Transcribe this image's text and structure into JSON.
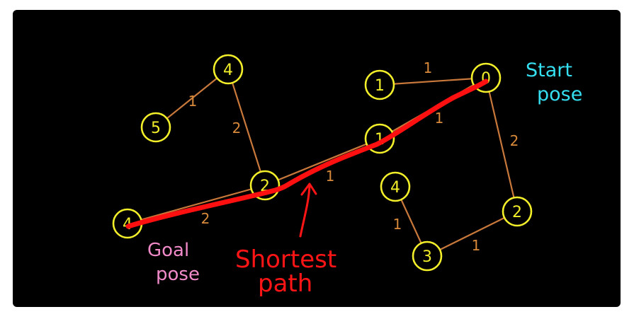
{
  "colors": {
    "background": "#000000",
    "frame": "#ffffff",
    "node_stroke": "#f2ee2a",
    "node_text": "#f2ee2a",
    "edge": "#c8783a",
    "weight_text": "#d88a3a",
    "path": "#ff1010",
    "start_label": "#35dff0",
    "goal_label": "#f08ac8",
    "shortest_label": "#ff1515"
  },
  "nodes": [
    {
      "id": "n4top",
      "label": "4"
    },
    {
      "id": "n5",
      "label": "5"
    },
    {
      "id": "n2mid",
      "label": "2"
    },
    {
      "id": "n4goal",
      "label": "4"
    },
    {
      "id": "n1top",
      "label": "1"
    },
    {
      "id": "n0",
      "label": "0"
    },
    {
      "id": "n1mid",
      "label": "1"
    },
    {
      "id": "n4low",
      "label": "4"
    },
    {
      "id": "n3",
      "label": "3"
    },
    {
      "id": "n2right",
      "label": "2"
    }
  ],
  "edges": [
    {
      "from": "n5",
      "to": "n4top",
      "weight": "1"
    },
    {
      "from": "n4top",
      "to": "n2mid",
      "weight": "2"
    },
    {
      "from": "n4goal",
      "to": "n2mid",
      "weight": "2"
    },
    {
      "from": "n2mid",
      "to": "n1mid",
      "weight": "1"
    },
    {
      "from": "n1top",
      "to": "n0",
      "weight": "1"
    },
    {
      "from": "n1mid",
      "to": "n0",
      "weight": "1"
    },
    {
      "from": "n0",
      "to": "n2right",
      "weight": "2"
    },
    {
      "from": "n4low",
      "to": "n3",
      "weight": "1"
    },
    {
      "from": "n3",
      "to": "n2right",
      "weight": "1"
    }
  ],
  "labels": {
    "start_line1": "Start",
    "start_line2": "pose",
    "goal_line1": "Goal",
    "goal_line2": "pose",
    "shortest_line1": "Shortest",
    "shortest_line2": "path"
  }
}
